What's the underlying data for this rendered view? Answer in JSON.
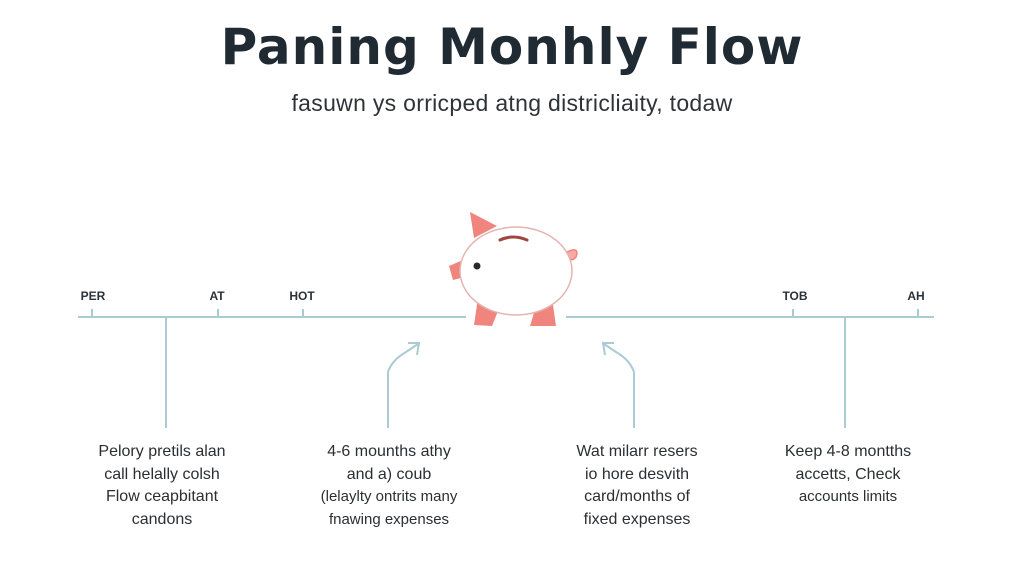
{
  "header": {
    "title": "Paning Monhly Flow",
    "subtitle": "fasuwn ys  orricped  atng  districliaity,  todaw"
  },
  "timeline": {
    "ticks": [
      {
        "label": "PER"
      },
      {
        "label": "AT"
      },
      {
        "label": "HOT"
      },
      {
        "label": "TOB"
      },
      {
        "label": "AH"
      }
    ],
    "colors": {
      "line": "#a9cbd2",
      "pig_outline": "#e3b4b1",
      "pig_accent": "#f0857e",
      "slot": "#a0463f"
    },
    "center_icon": "piggy-bank-icon"
  },
  "descriptions": [
    {
      "lines": [
        "Pelory pretils alan",
        "call helally colsh",
        "Flow ceapbitant",
        "candons"
      ]
    },
    {
      "lines": [
        "4-6 mounths athy",
        "and a) coub",
        "(lelaylty ontrits many",
        "fnawing expenses"
      ]
    },
    {
      "lines": [
        "Wat milarr resers",
        "io hore desvith",
        "card/months of",
        "fixed expenses"
      ]
    },
    {
      "lines": [
        "Keep 4-8 montths",
        "accetts, Check",
        "accounts limits"
      ]
    }
  ]
}
